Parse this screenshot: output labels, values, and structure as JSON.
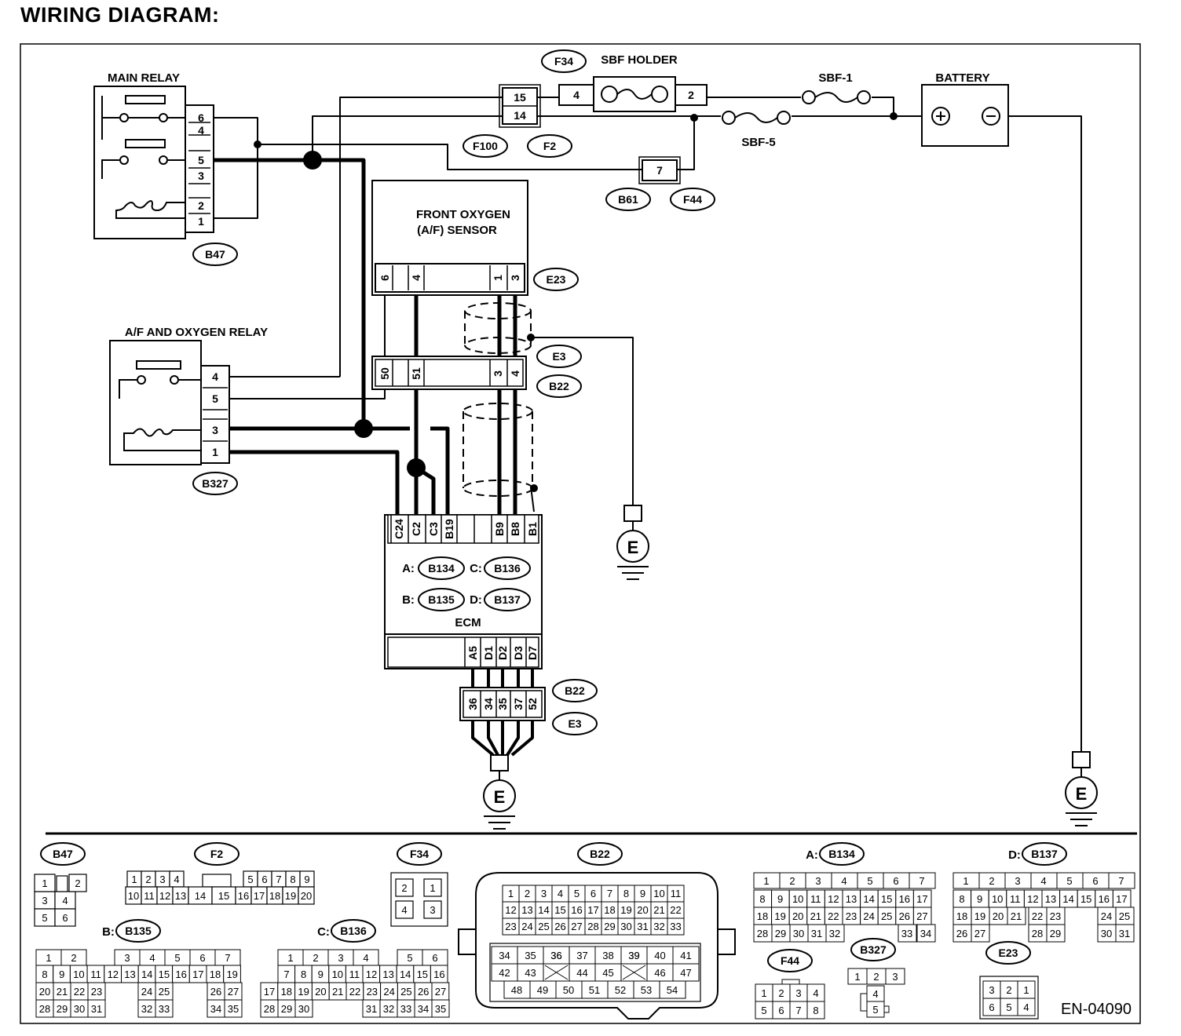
{
  "page_title": "WIRING DIAGRAM:",
  "doc_code": "EN-04090",
  "components": {
    "main_relay": "MAIN RELAY",
    "af_oxygen_relay": "A/F AND OXYGEN RELAY",
    "front_oxygen_sensor_line1": "FRONT OXYGEN",
    "front_oxygen_sensor_line2": "(A/F) SENSOR",
    "sbf_holder": "SBF HOLDER",
    "sbf1": "SBF-1",
    "sbf5": "SBF-5",
    "battery": "BATTERY",
    "ecm": "ECM",
    "ground": "E"
  },
  "tags": {
    "B47": "B47",
    "B327": "B327",
    "F34": "F34",
    "F100": "F100",
    "F2": "F2",
    "B61": "B61",
    "F44": "F44",
    "E23": "E23",
    "E3": "E3",
    "B22": "B22",
    "B134": "B134",
    "B135": "B135",
    "B136": "B136",
    "B137": "B137"
  },
  "ecm_prefixes": {
    "A": "A:",
    "B": "B:",
    "C": "C:",
    "D": "D:"
  },
  "pins": {
    "main_relay": [
      "6",
      "4",
      "5",
      "3",
      "2",
      "1"
    ],
    "af_relay": [
      "4",
      "5",
      "3",
      "1"
    ],
    "f100": [
      "15",
      "14"
    ],
    "sbf_holder": [
      "4",
      "2"
    ],
    "b61": [
      "7"
    ],
    "e23": [
      "6",
      "4",
      "1",
      "3"
    ],
    "b22_top": [
      "50",
      "51",
      "3",
      "4"
    ],
    "ecm_top": [
      "C24",
      "C2",
      "C3",
      "B19",
      "B9",
      "B8",
      "B1"
    ],
    "ecm_bottom": [
      "A5",
      "D1",
      "D2",
      "D3",
      "D7"
    ],
    "b22_bottom": [
      "36",
      "34",
      "35",
      "37",
      "52"
    ]
  },
  "connector_views": {
    "B47": {
      "title": "B47",
      "rows": [
        [
          "1",
          "",
          "2"
        ],
        [
          "3",
          "4"
        ],
        [
          "5",
          "6"
        ]
      ]
    },
    "F2": {
      "title": "F2",
      "top": [
        "1",
        "2",
        "3",
        "4",
        "5",
        "6",
        "7",
        "8",
        "9"
      ],
      "bottom": [
        "10",
        "11",
        "12",
        "13",
        "14",
        "15",
        "16",
        "17",
        "18",
        "19",
        "20"
      ]
    },
    "F34": {
      "title": "F34",
      "rows": [
        [
          "2",
          "1"
        ],
        [
          "4",
          "3"
        ]
      ]
    },
    "B22": {
      "title": "B22",
      "rows": [
        [
          "1",
          "2",
          "3",
          "4",
          "5",
          "6",
          "7",
          "8",
          "9",
          "10",
          "11"
        ],
        [
          "12",
          "13",
          "14",
          "15",
          "16",
          "17",
          "18",
          "19",
          "20",
          "21",
          "22"
        ],
        [
          "23",
          "24",
          "25",
          "26",
          "27",
          "28",
          "29",
          "30",
          "31",
          "32",
          "33"
        ],
        [
          "34",
          "35",
          "36",
          "37",
          "38",
          "39",
          "40",
          "41"
        ],
        [
          "42",
          "43",
          "",
          "44",
          "45",
          "",
          "46",
          "47"
        ],
        [
          "48",
          "49",
          "50",
          "51",
          "52",
          "53",
          "54"
        ]
      ]
    },
    "B134": {
      "title": "B134",
      "prefix": "A:",
      "rows": [
        [
          "1",
          "2",
          "3",
          "4",
          "5",
          "6",
          "7"
        ],
        [
          "8",
          "9",
          "10",
          "11",
          "12",
          "13",
          "14",
          "15",
          "16",
          "17"
        ],
        [
          "18",
          "19",
          "20",
          "21",
          "22",
          "23",
          "24",
          "25",
          "26",
          "27"
        ],
        [
          "28",
          "29",
          "30",
          "31",
          "32",
          "33",
          "34"
        ]
      ]
    },
    "B137": {
      "title": "B137",
      "prefix": "D:",
      "rows": [
        [
          "1",
          "2",
          "3",
          "4",
          "5",
          "6",
          "7"
        ],
        [
          "8",
          "9",
          "10",
          "11",
          "12",
          "13",
          "14",
          "15",
          "16",
          "17"
        ],
        [
          "18",
          "19",
          "20",
          "21",
          "22",
          "23",
          "24",
          "25"
        ],
        [
          "26",
          "27",
          "28",
          "29",
          "30",
          "31"
        ]
      ]
    },
    "B135": {
      "title": "B135",
      "prefix": "B:",
      "rows": [
        [
          "1",
          "2",
          "3",
          "4",
          "5",
          "6",
          "7"
        ],
        [
          "8",
          "9",
          "10",
          "11",
          "12",
          "13",
          "14",
          "15",
          "16",
          "17",
          "18",
          "19"
        ],
        [
          "20",
          "21",
          "22",
          "23",
          "24",
          "25",
          "26",
          "27"
        ],
        [
          "28",
          "29",
          "30",
          "31",
          "32",
          "33",
          "34",
          "35"
        ]
      ]
    },
    "B136": {
      "title": "B136",
      "prefix": "C:",
      "rows": [
        [
          "1",
          "2",
          "3",
          "4",
          "5",
          "6"
        ],
        [
          "7",
          "8",
          "9",
          "10",
          "11",
          "12",
          "13",
          "14",
          "15",
          "16"
        ],
        [
          "17",
          "18",
          "19",
          "20",
          "21",
          "22",
          "23",
          "24",
          "25",
          "26",
          "27"
        ],
        [
          "28",
          "29",
          "30",
          "31",
          "32",
          "33",
          "34",
          "35"
        ]
      ]
    },
    "F44": {
      "title": "F44",
      "rows": [
        [
          "1",
          "2",
          "3",
          "4"
        ],
        [
          "5",
          "6",
          "7",
          "8"
        ]
      ]
    },
    "B327": {
      "title": "B327",
      "rows": [
        [
          "1",
          "2",
          "3"
        ],
        [
          "4"
        ],
        [
          "5"
        ]
      ]
    },
    "E23": {
      "title": "E23",
      "rows": [
        [
          "3",
          "2",
          "1"
        ],
        [
          "6",
          "5",
          "4"
        ]
      ]
    }
  }
}
